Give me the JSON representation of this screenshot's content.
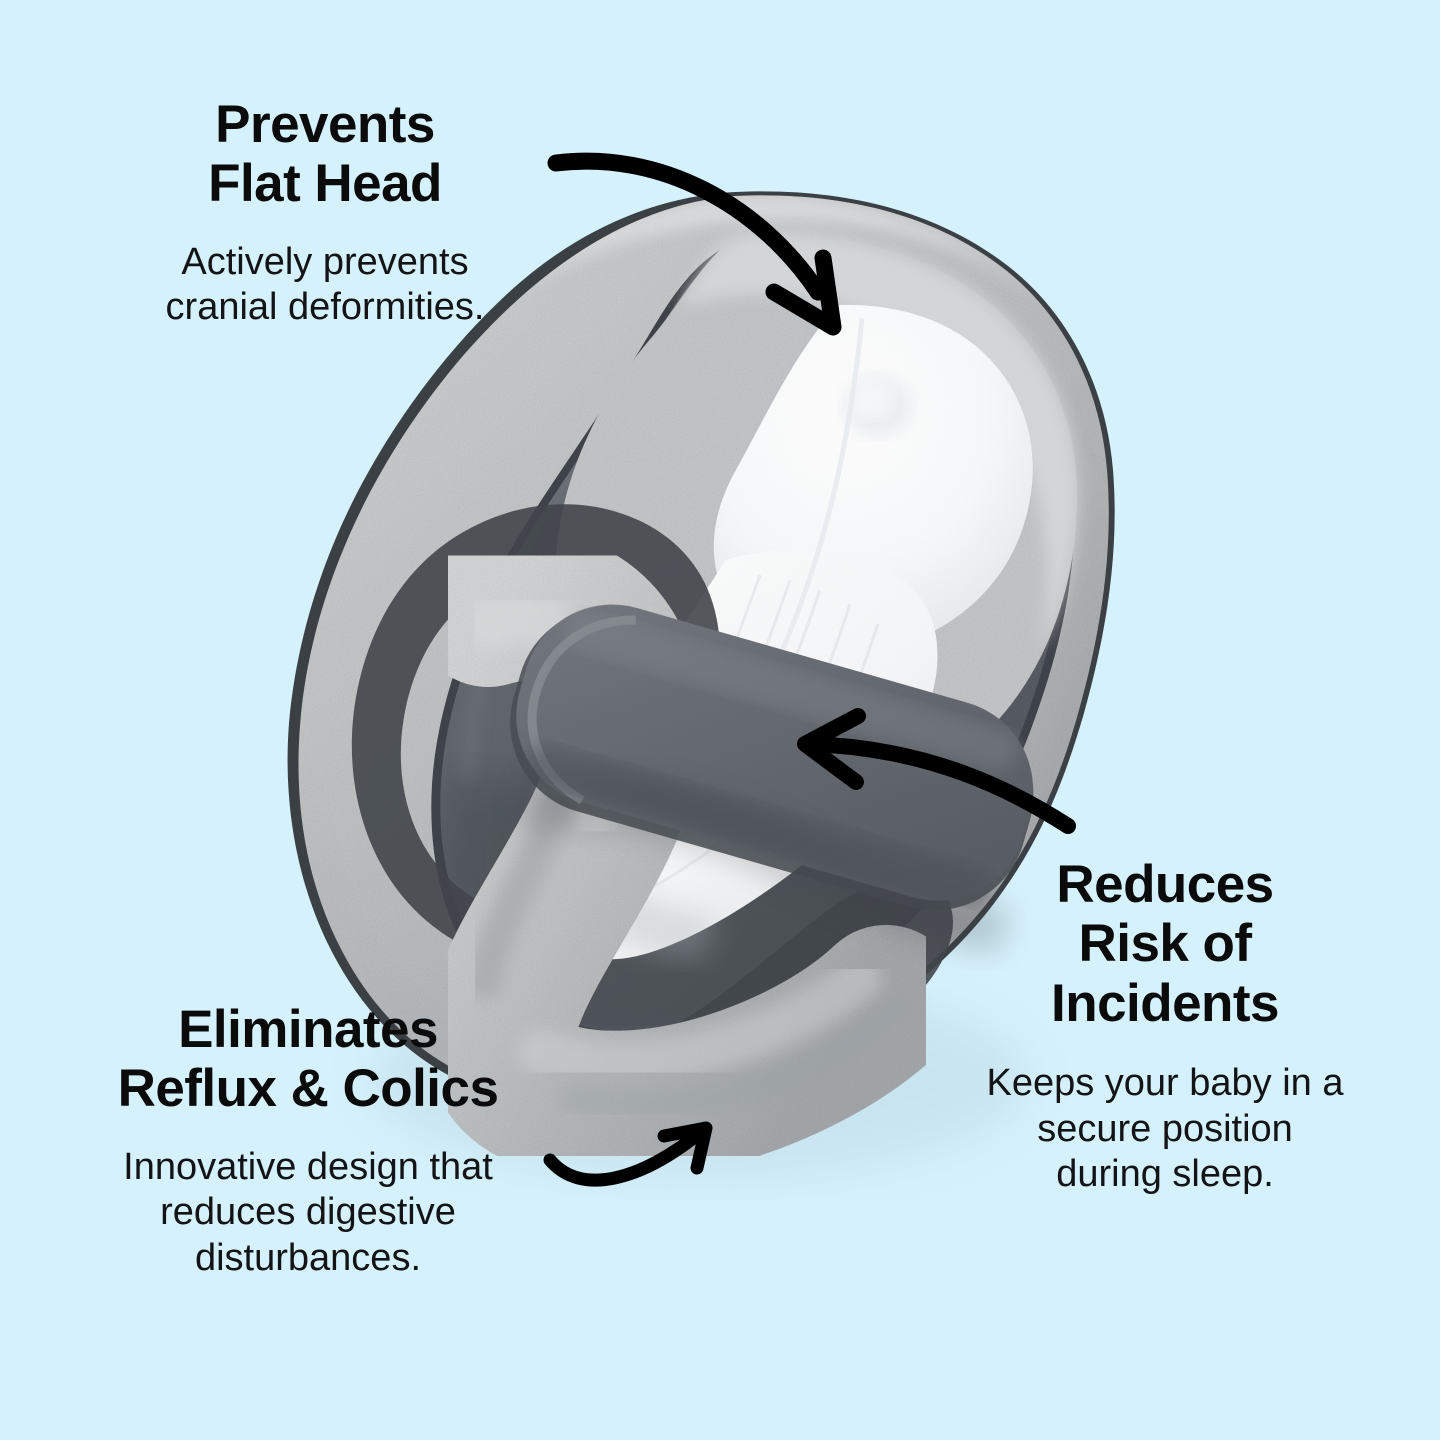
{
  "page": {
    "background_color": "#d5f1fb",
    "text_color": "#0b0b0c"
  },
  "product": {
    "name": "baby-lounger-positioner-pillow",
    "colors": {
      "outer_cushion": "#b9bcbe",
      "outer_cushion_light": "#d2d4d5",
      "inner_lining": "#5f646a",
      "inner_lining_dark": "#4a4f55",
      "strap": "#686d73",
      "mattress_white": "#fbfcfd",
      "piping": "#3b4044"
    },
    "parts": {
      "head_rest": "head-support-pad",
      "side_bolster": "u-shaped-side-bolster",
      "center_strap": "safety-strap",
      "liner": "inner-liner"
    }
  },
  "features": [
    {
      "id": "flat-head",
      "title_lines": [
        "Prevents",
        "Flat Head"
      ],
      "description_lines": [
        "Actively prevents",
        "cranial deformities."
      ],
      "arrow": "curved-arrow-down-right"
    },
    {
      "id": "reflux-colics",
      "title_lines": [
        "Eliminates",
        "Reflux & Colics"
      ],
      "description_lines": [
        "Innovative design that",
        "reduces digestive",
        "disturbances."
      ],
      "arrow": "curved-arrow-up-right"
    },
    {
      "id": "incidents",
      "title_lines": [
        "Reduces",
        "Risk of",
        "Incidents"
      ],
      "description_lines": [
        "Keeps your baby in a",
        "secure position",
        "during sleep."
      ],
      "arrow": "curved-arrow-left"
    }
  ]
}
